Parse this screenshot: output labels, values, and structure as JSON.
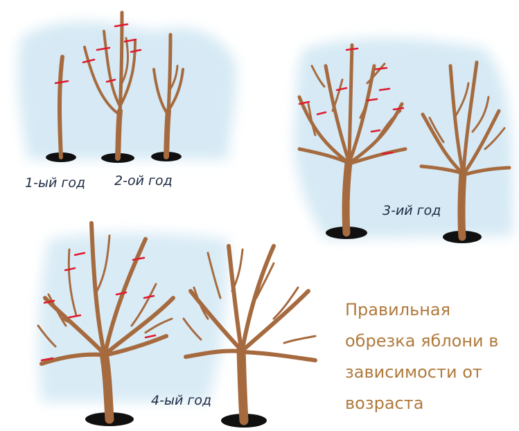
{
  "labels": {
    "year1": "1-ый год",
    "year2": "2-ой год",
    "year3": "3-ий год",
    "year4": "4-ый год"
  },
  "title_lines": [
    "Правильная",
    "обрезка яблони в",
    "зависимости от",
    "возраста"
  ],
  "colors": {
    "trunk": "#a66a3f",
    "ground": "#101010",
    "cut_mark": "#e0182d",
    "background_wash": "#cfe7f4",
    "title": "#b07a3d",
    "label": "#1d2b44"
  }
}
